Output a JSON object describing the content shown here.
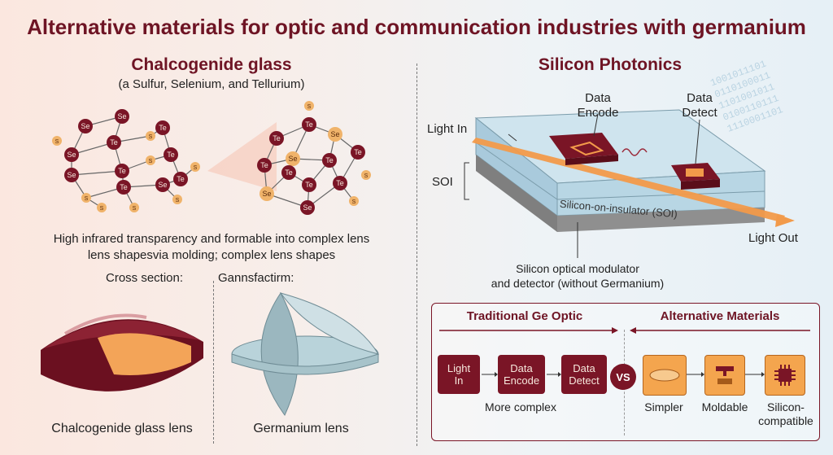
{
  "title": "Alternative materials for optic and communication industries with germanium",
  "left": {
    "heading": "Chalcogenide glass",
    "subheading": "(a Sulfur, Selenium, and Tellurium)",
    "description_line1": "High infrared transparency and formable into complex lens",
    "description_line2": "lens shapesvia molding; complex lens shapes",
    "cross_section_label": "Cross section:",
    "gann_label": "Gannsfactirm:",
    "lens1_caption": "Chalcogenide glass lens",
    "lens2_caption": "Germanium lens",
    "atoms": {
      "se": "Se",
      "te": "Te",
      "s": "S"
    }
  },
  "right": {
    "heading": "Silicon Photonics",
    "light_in": "Light In",
    "data_encode": [
      "Data",
      "Encode"
    ],
    "data_detect": [
      "Data",
      "Detect"
    ],
    "soi_label": "SOI",
    "soi_layer": "Silicon-on-insulator (SOI)",
    "light_out": "Light Out",
    "modulator_line1": "Silicon optical modulator",
    "modulator_line2": "and detector (without Germanium)"
  },
  "comparison": {
    "left_title": "Traditional Ge Optic",
    "right_title": "Alternative Materials",
    "vs": "VS",
    "steps": [
      [
        "Light",
        "In"
      ],
      [
        "Data",
        "Encode"
      ],
      [
        "Data",
        "Detect"
      ]
    ],
    "left_caption": "More complex",
    "alt_items": [
      "Simpler",
      "Moldable",
      "Silicon-",
      "compatible"
    ]
  },
  "binary_text": [
    "1001011101",
    "0110100011",
    "1101001011",
    "0100110111",
    "1110001101"
  ],
  "colors": {
    "maroon": "#7a1526",
    "orange": "#f4a54e",
    "atom_s": "#f0b36a"
  }
}
